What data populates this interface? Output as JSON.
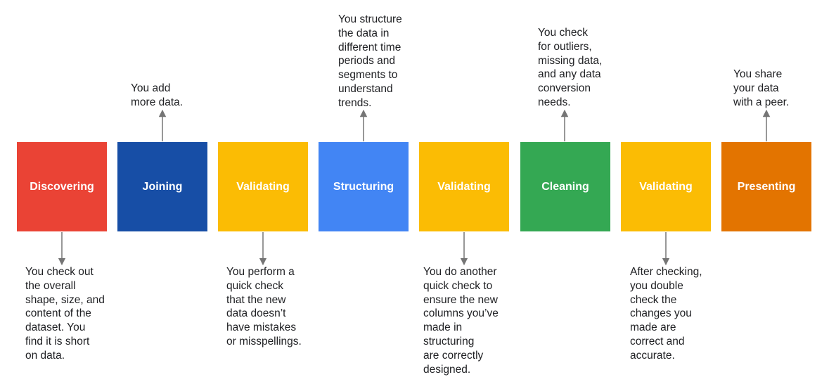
{
  "steps": [
    {
      "label": "Discovering",
      "color": "#EA4335"
    },
    {
      "label": "Joining",
      "color": "#174EA6"
    },
    {
      "label": "Validating",
      "color": "#FBBC04"
    },
    {
      "label": "Structuring",
      "color": "#4285F4"
    },
    {
      "label": "Validating",
      "color": "#FBBC04"
    },
    {
      "label": "Cleaning",
      "color": "#34A853"
    },
    {
      "label": "Validating",
      "color": "#FBBC04"
    },
    {
      "label": "Presenting",
      "color": "#E37400"
    }
  ],
  "notes": {
    "discovering": "You check out\nthe overall\nshape, size, and\ncontent of the\ndataset. You\nfind it is short\non data.",
    "joining": "You add\nmore data.",
    "validating_1": "You perform a\nquick check\nthat the new\ndata doesn’t\nhave mistakes\nor misspellings.",
    "structuring": "You structure\nthe data in\ndifferent time\nperiods and\nsegments to\nunderstand\ntrends.",
    "validating_2": "You do another\nquick check to\nensure the new\ncolumns you’ve\nmade in\nstructuring\nare correctly\ndesigned.",
    "cleaning": "You check\nfor outliers,\nmissing data,\nand any data\nconversion\nneeds.",
    "validating_3": "After checking,\nyou double\ncheck the\nchanges you\nmade are\ncorrect and\naccurate.",
    "presenting": "You share\nyour data\nwith a peer."
  }
}
